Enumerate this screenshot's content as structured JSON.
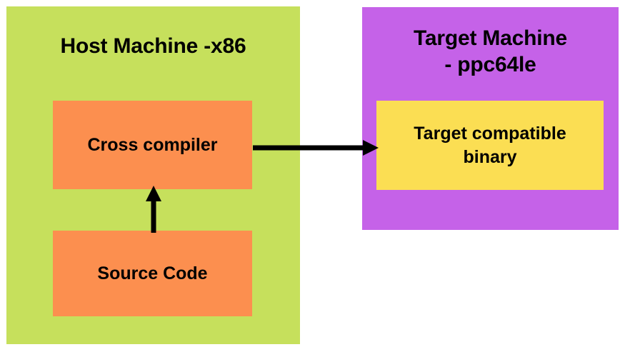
{
  "diagram": {
    "title_semantic": "cross-compilation-flow",
    "background_color": "#FFFFFF",
    "panels": [
      {
        "id": "host",
        "label": "Host Machine -x86",
        "color": "#C6E05C",
        "nodes": [
          {
            "id": "cross-compiler",
            "label": "Cross compiler",
            "color": "#FC8F4F"
          },
          {
            "id": "source-code",
            "label": "Source Code",
            "color": "#FC8F4F"
          }
        ]
      },
      {
        "id": "target",
        "label": "Target Machine - ppc64le",
        "label_line1": "Target Machine",
        "label_line2": "- ppc64le",
        "color": "#C562E8",
        "nodes": [
          {
            "id": "target-binary",
            "label": "Target compatible binary",
            "label_line1": "Target compatible",
            "label_line2": "binary",
            "color": "#FBDE53"
          }
        ]
      }
    ],
    "arrows": [
      {
        "id": "source-to-compiler",
        "from": "source-code",
        "to": "cross-compiler",
        "direction": "up",
        "color": "#000000"
      },
      {
        "id": "compiler-to-binary",
        "from": "cross-compiler",
        "to": "target-binary",
        "direction": "right",
        "color": "#000000"
      }
    ],
    "colors": {
      "host_panel": "#C6E05C",
      "target_panel": "#C562E8",
      "process_box": "#FC8F4F",
      "artifact_box": "#FBDE53",
      "arrow": "#000000",
      "text": "#000000"
    }
  }
}
